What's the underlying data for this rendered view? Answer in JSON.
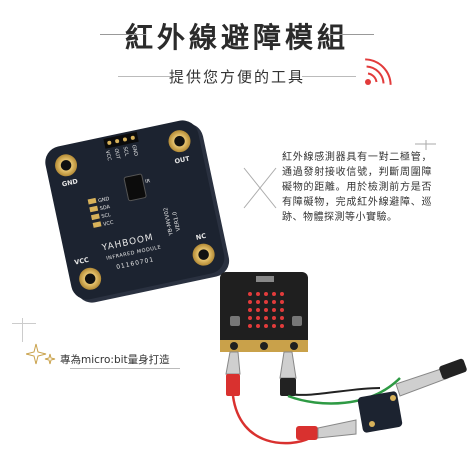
{
  "header": {
    "title": "紅外線避障模組",
    "subtitle": "提供您方便的工具"
  },
  "board": {
    "pins_top": [
      "VCC",
      "OUT",
      "SCL",
      "GND"
    ],
    "pins_left": [
      "GND",
      "SDA",
      "SCL",
      "VCC"
    ],
    "ir_label": "IR",
    "corner_gnd": "GND",
    "corner_out": "OUT",
    "corner_vcc": "VCC",
    "corner_nc": "NC",
    "brand": "YAHBOOM",
    "module_name": "INFRARED MODULE",
    "serial": "01160701",
    "model": "YB-MVV02",
    "version": "VER1.0"
  },
  "description": "紅外線感測器具有一對二極管，通過發射接收信號，判斷周圍障礙物的距離。用於檢測前方是否有障礙物，完成紅外線避障、巡跡、物體探測等小實驗。",
  "microbit_label": "專為micro:bit量身打造",
  "colors": {
    "board": "#1c2330",
    "gold": "#d8b25a",
    "wire_red": "#d9312f",
    "wire_green": "#2e9a44",
    "microbit": "#1f1f1f"
  }
}
